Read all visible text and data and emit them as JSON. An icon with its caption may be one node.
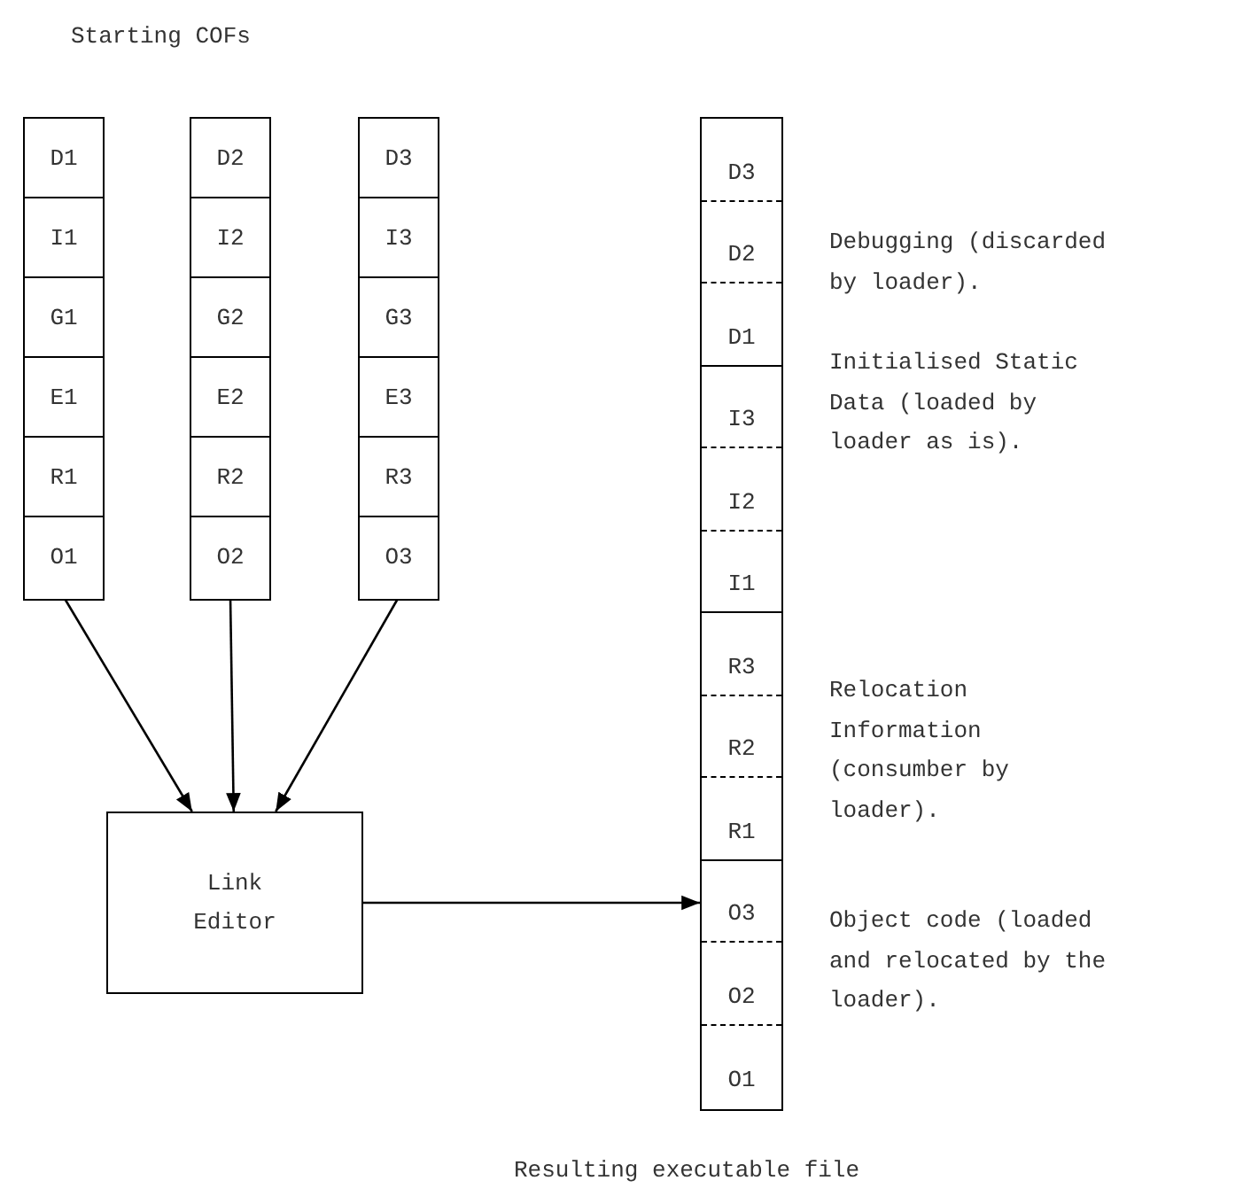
{
  "diagram": {
    "nodes": [
      {
        "text": [],
        "shape": "box"
      },
      {
        "text": [
          "D1"
        ],
        "in": 0
      },
      {
        "text": [
          "I1"
        ],
        "in": 0
      },
      {
        "text": [
          "G1"
        ],
        "in": 0
      },
      {
        "text": [
          "E1"
        ],
        "in": 0
      },
      {
        "text": [
          "R1"
        ],
        "in": 0
      },
      {
        "text": [
          "O1"
        ],
        "in": 0
      },
      {
        "text": [],
        "shape": "box"
      },
      {
        "text": [
          "D2"
        ],
        "in": 7
      },
      {
        "text": [
          "I2"
        ],
        "in": 7
      },
      {
        "text": [
          "G2"
        ],
        "in": 7
      },
      {
        "text": [
          "E2"
        ],
        "in": 7
      },
      {
        "text": [
          "R2"
        ],
        "in": 7
      },
      {
        "text": [
          "O2"
        ],
        "in": 7
      },
      {
        "text": [],
        "shape": "box"
      },
      {
        "text": [
          "D3"
        ],
        "in": 14
      },
      {
        "text": [
          "I3"
        ],
        "in": 14
      },
      {
        "text": [
          "G3"
        ],
        "in": 14
      },
      {
        "text": [
          "E3"
        ],
        "in": 14
      },
      {
        "text": [
          "R3"
        ],
        "in": 14
      },
      {
        "text": [
          "O3"
        ],
        "in": 14
      },
      {
        "text": [
          "Link Editor"
        ]
      },
      {
        "text": [],
        "shape": "box"
      },
      {
        "text": [
          "D3"
        ],
        "in": 22
      },
      {
        "text": [
          "D2"
        ],
        "in": 22
      },
      {
        "text": [
          "D1"
        ],
        "in": 22
      },
      {
        "text": [
          "I3"
        ],
        "in": 22
      },
      {
        "text": [
          "I2"
        ],
        "in": 22
      },
      {
        "text": [
          "I1"
        ],
        "in": 22
      },
      {
        "text": [
          "R3"
        ],
        "in": 22
      },
      {
        "text": [
          "R2"
        ],
        "in": 22
      },
      {
        "text": [
          "R1"
        ],
        "in": 22
      },
      {
        "text": [
          "O3"
        ],
        "in": 22
      },
      {
        "text": [
          "O2"
        ],
        "in": 22
      },
      {
        "text": [
          "O1"
        ],
        "in": 22
      }
    ],
    "edges": [
      {
        "from": 6,
        "to": 21,
        "arrow": "to"
      },
      {
        "from": 13,
        "to": 21,
        "arrow": "to"
      },
      {
        "from": 20,
        "to": 21,
        "arrow": "to"
      },
      {
        "from": 21,
        "to": 22,
        "arrow": "to"
      }
    ],
    "labels": [
      "Starting COFs",
      "Debugging (discarded by loader).",
      "Initialised Static Data (loaded by loader as is).",
      "Relocation Information (consumber by loader).",
      "Object code (loaded and relocated by the loader).",
      "Resulting executable file"
    ]
  }
}
